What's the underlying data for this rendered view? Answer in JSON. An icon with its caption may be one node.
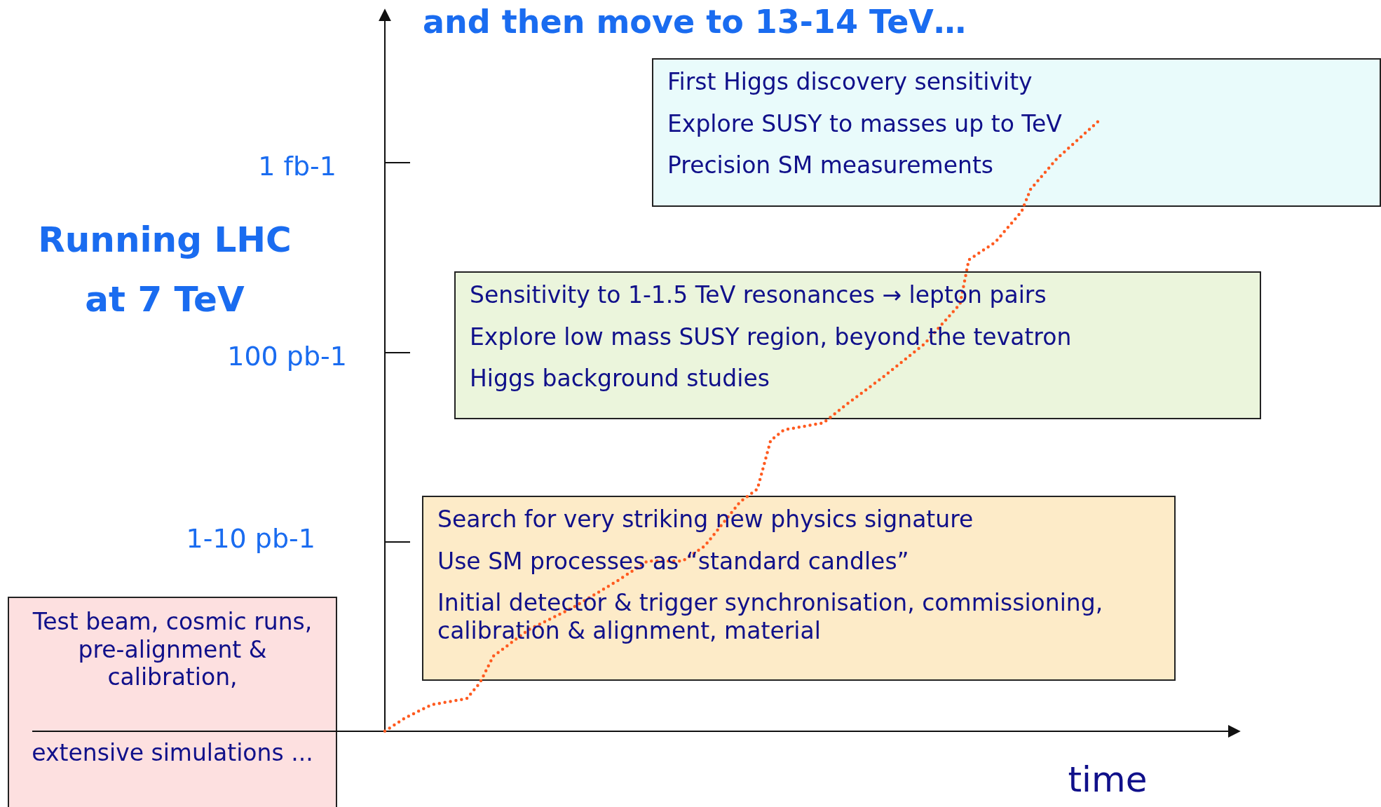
{
  "diagram": {
    "title": "and then move to 13-14 TeV…",
    "nodes": [
      {
        "text": [
          "First Higgs discovery sensitivity",
          "Explore SUSY to masses up to TeV",
          "Precision SM measurements"
        ]
      },
      {
        "text": [
          "Sensitivity to 1-1.5 TeV resonances → lepton pairs",
          "Explore low mass SUSY region, beyond the tevatron",
          "Higgs background studies"
        ]
      },
      {
        "text": [
          "Search for very striking new physics signature",
          "Use SM processes as “standard candles”",
          "Initial detector & trigger synchronisation, commissioning, calibration & alignment, material"
        ]
      },
      {
        "text": [
          "Test beam, cosmic runs, pre-alignment & calibration,",
          "extensive simulations ..."
        ]
      }
    ],
    "edges": [],
    "labels": [
      "1 fb-1",
      "Running LHC at 7 TeV",
      "100 pb-1",
      "1-10 pb-1",
      "time"
    ]
  }
}
